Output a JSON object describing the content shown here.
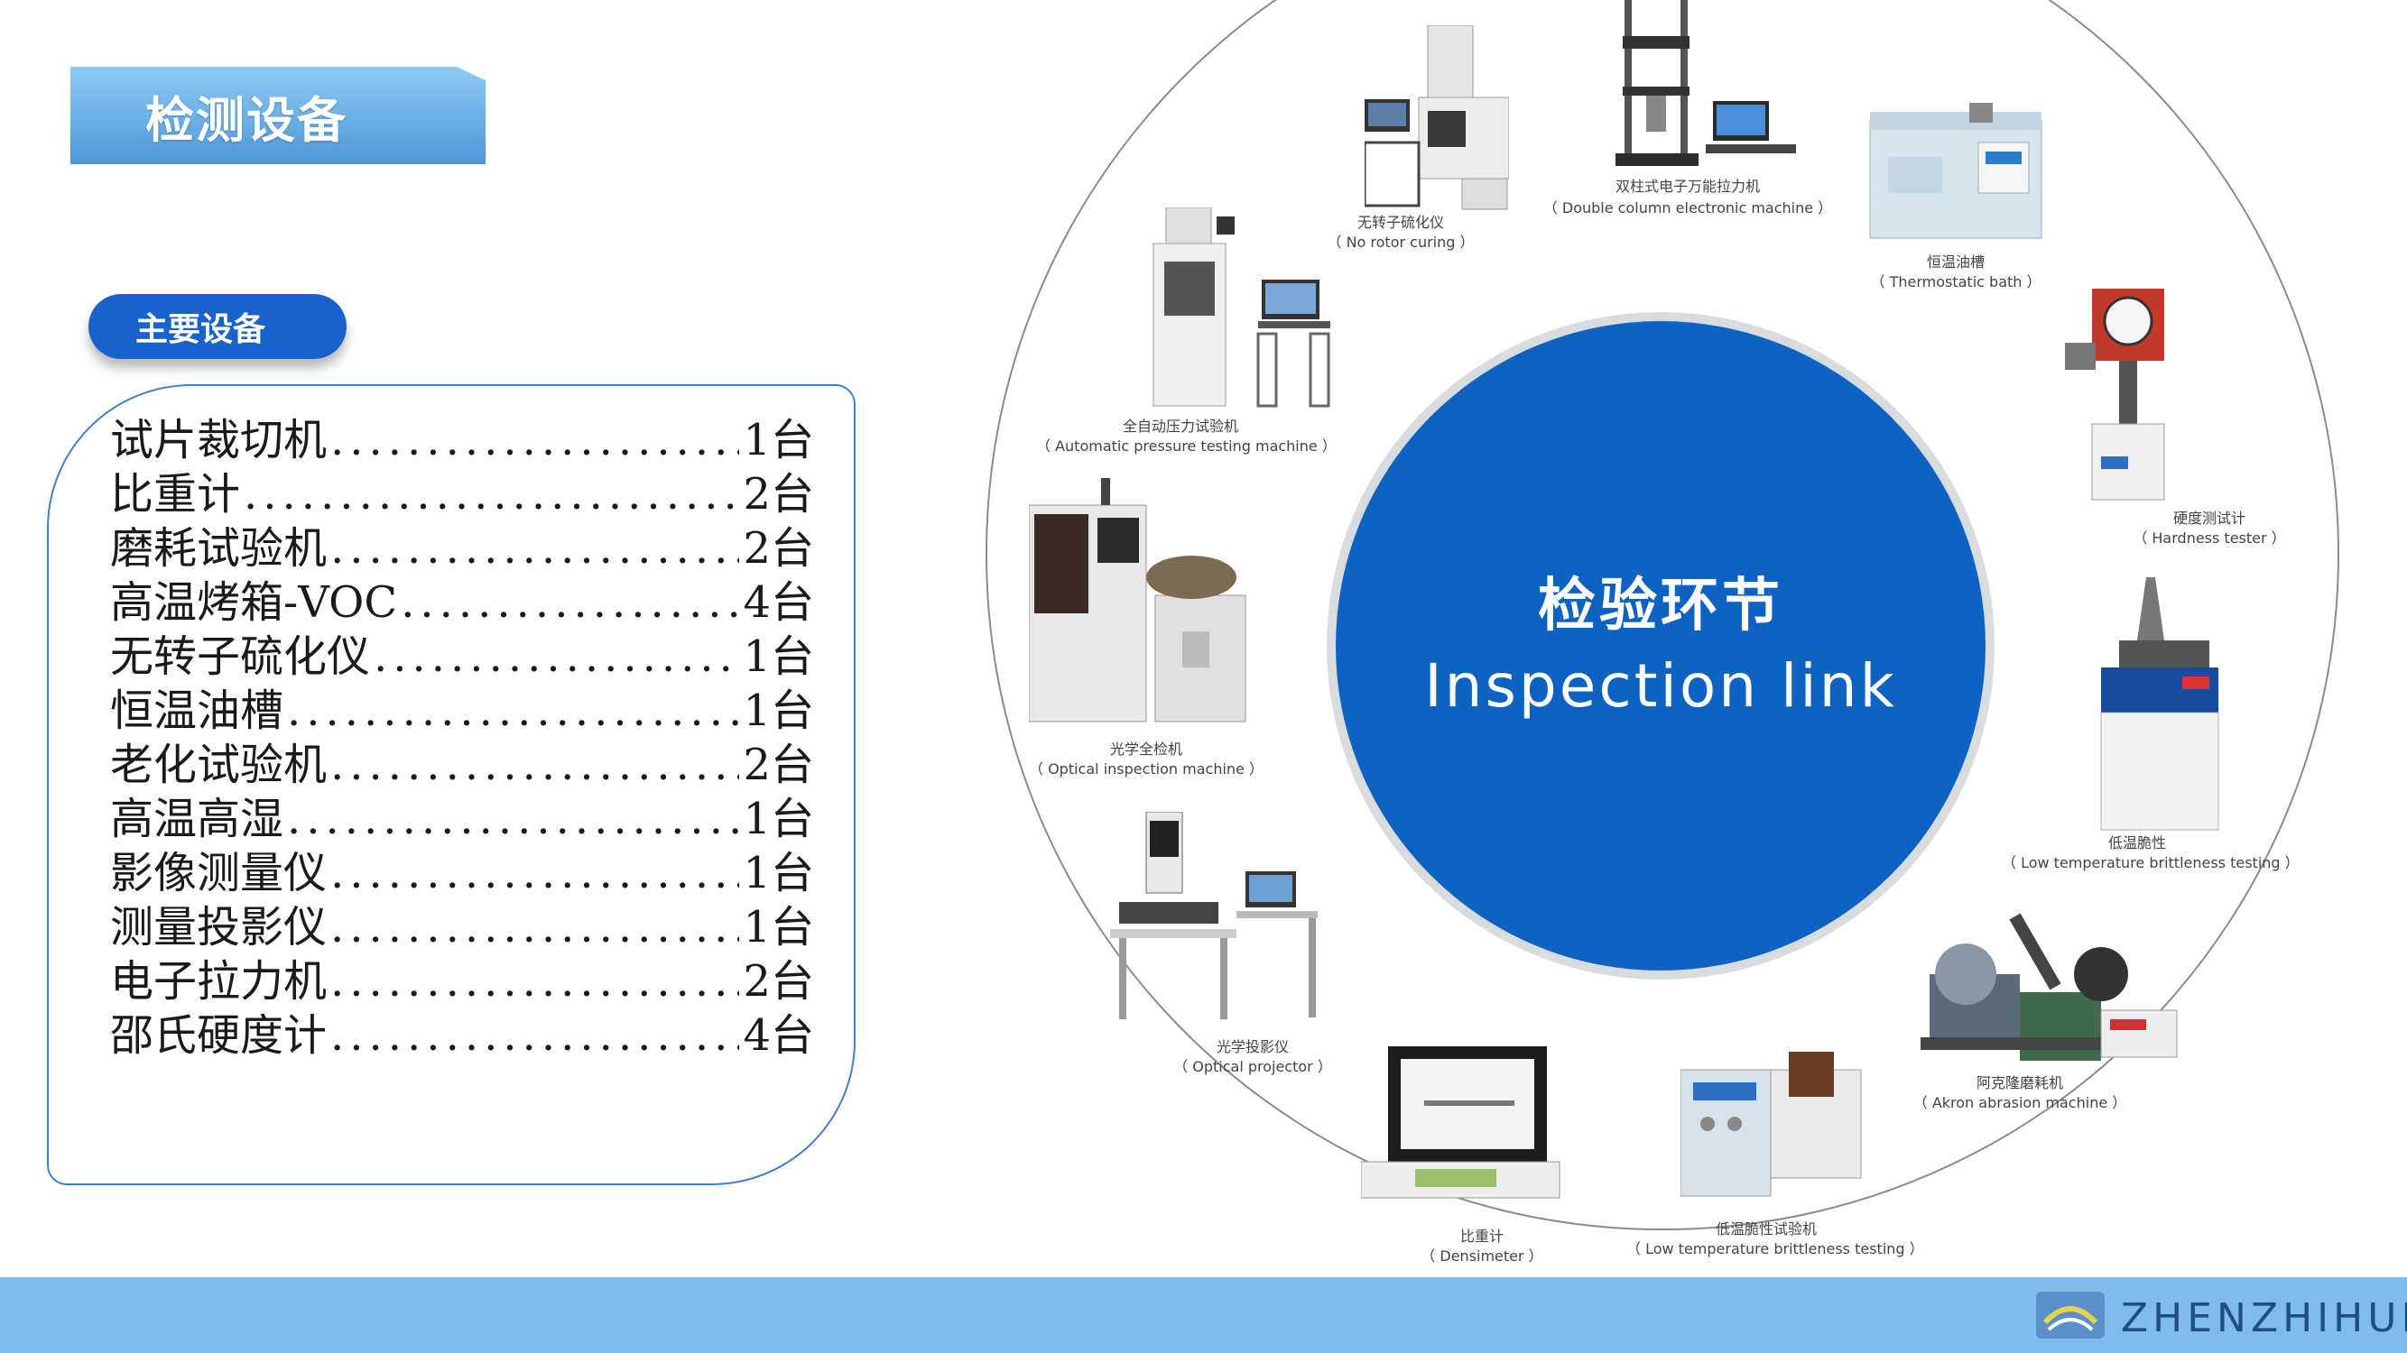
{
  "header": {
    "title": "检测设备"
  },
  "section": {
    "label": "主要设备"
  },
  "equipment_list": [
    {
      "name": "试片裁切机",
      "qty": "1台"
    },
    {
      "name": "比重计",
      "qty": "2台"
    },
    {
      "name": "磨耗试验机",
      "qty": "2台"
    },
    {
      "name": "高温烤箱-VOC",
      "qty": "4台"
    },
    {
      "name": "无转子硫化仪 ",
      "qty": "1台"
    },
    {
      "name": "恒温油槽 ",
      "qty": "1台"
    },
    {
      "name": "老化试验机",
      "qty": "2台"
    },
    {
      "name": "高温高湿",
      "qty": "1台"
    },
    {
      "name": "影像测量仪",
      "qty": "1台"
    },
    {
      "name": "测量投影仪",
      "qty": "1台"
    },
    {
      "name": "电子拉力机",
      "qty": "2台"
    },
    {
      "name": "邵氏硬度计",
      "qty": "4台"
    }
  ],
  "center": {
    "title_cn": "检验环节",
    "title_en": "Inspection link"
  },
  "machines": [
    {
      "cn": "双柱式电子万能拉力机",
      "en": "（ Double column electronic machine ）"
    },
    {
      "cn": "无转子硫化仪",
      "en": "（ No rotor curing ）"
    },
    {
      "cn": "恒温油槽",
      "en": "（ Thermostatic bath ）"
    },
    {
      "cn": "全自动压力试验机",
      "en": "（ Automatic pressure testing machine ）"
    },
    {
      "cn": "硬度测试计",
      "en": "（ Hardness tester ）"
    },
    {
      "cn": "光学全检机",
      "en": "（ Optical inspection machine ）"
    },
    {
      "cn": "低温脆性",
      "en": "（ Low temperature brittleness testing ）"
    },
    {
      "cn": "光学投影仪",
      "en": "（ Optical projector ）"
    },
    {
      "cn": "阿克隆磨耗机",
      "en": "（ Akron abrasion machine ）"
    },
    {
      "cn": "比重计",
      "en": "（ Densimeter ）"
    },
    {
      "cn": "低温脆性试验机",
      "en": "（ Low temperature brittleness testing ）"
    }
  ],
  "footer": {
    "brand": "ZHENZHIHUI"
  },
  "colors": {
    "primary_blue": "#0d62c2",
    "pill_blue": "#1a62cb",
    "footer_blue": "#7fbcec",
    "tab_blue": "#6aafe6"
  }
}
